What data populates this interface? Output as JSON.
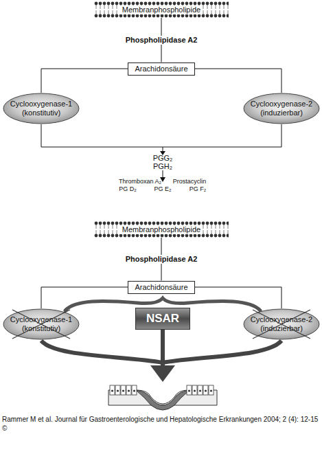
{
  "diagram": {
    "caption": "Rammer M et al. Journal für Gastroenterologische und Hepatologische Erkrankungen 2004; 2 (4): 12-15 ©",
    "nodes": [
      {
        "text": [
          "Membranphospholipide"
        ]
      },
      {
        "text": [
          "Arachidonsäure"
        ]
      },
      {
        "text": [
          "Cyclooxygenase-1",
          "(konstitutiv)"
        ]
      },
      {
        "text": [
          "Cyclooxygenase-2",
          "(induzierbar)"
        ]
      },
      {
        "text": [
          "Membranphospholipide"
        ]
      },
      {
        "text": [
          "Arachidonsäure"
        ]
      },
      {
        "text": [
          "Cyclooxygenase-1",
          "(konstitutiv)"
        ]
      },
      {
        "text": [
          "Cyclooxygenase-2",
          "(induzierbar)"
        ]
      },
      {
        "text": [
          "NSAR"
        ]
      }
    ],
    "edges": [
      {
        "from": 0,
        "to": 1,
        "label": "Phospholipidase A2",
        "arrow": "none"
      },
      {
        "from": 1,
        "to": 2,
        "arrow": "none"
      },
      {
        "from": 1,
        "to": 3,
        "arrow": "none"
      },
      {
        "from": 4,
        "to": 5,
        "label": "Phospholipidase A2",
        "arrow": "none"
      },
      {
        "from": 5,
        "to": 6,
        "arrow": "none"
      },
      {
        "from": 5,
        "to": 7,
        "arrow": "none"
      }
    ],
    "labels": [
      "PGG₂",
      "PGH₂",
      "Thromboxan A₂",
      "Prostacyclin",
      "PG D₂",
      "PG E₂",
      "PG F₂"
    ]
  }
}
